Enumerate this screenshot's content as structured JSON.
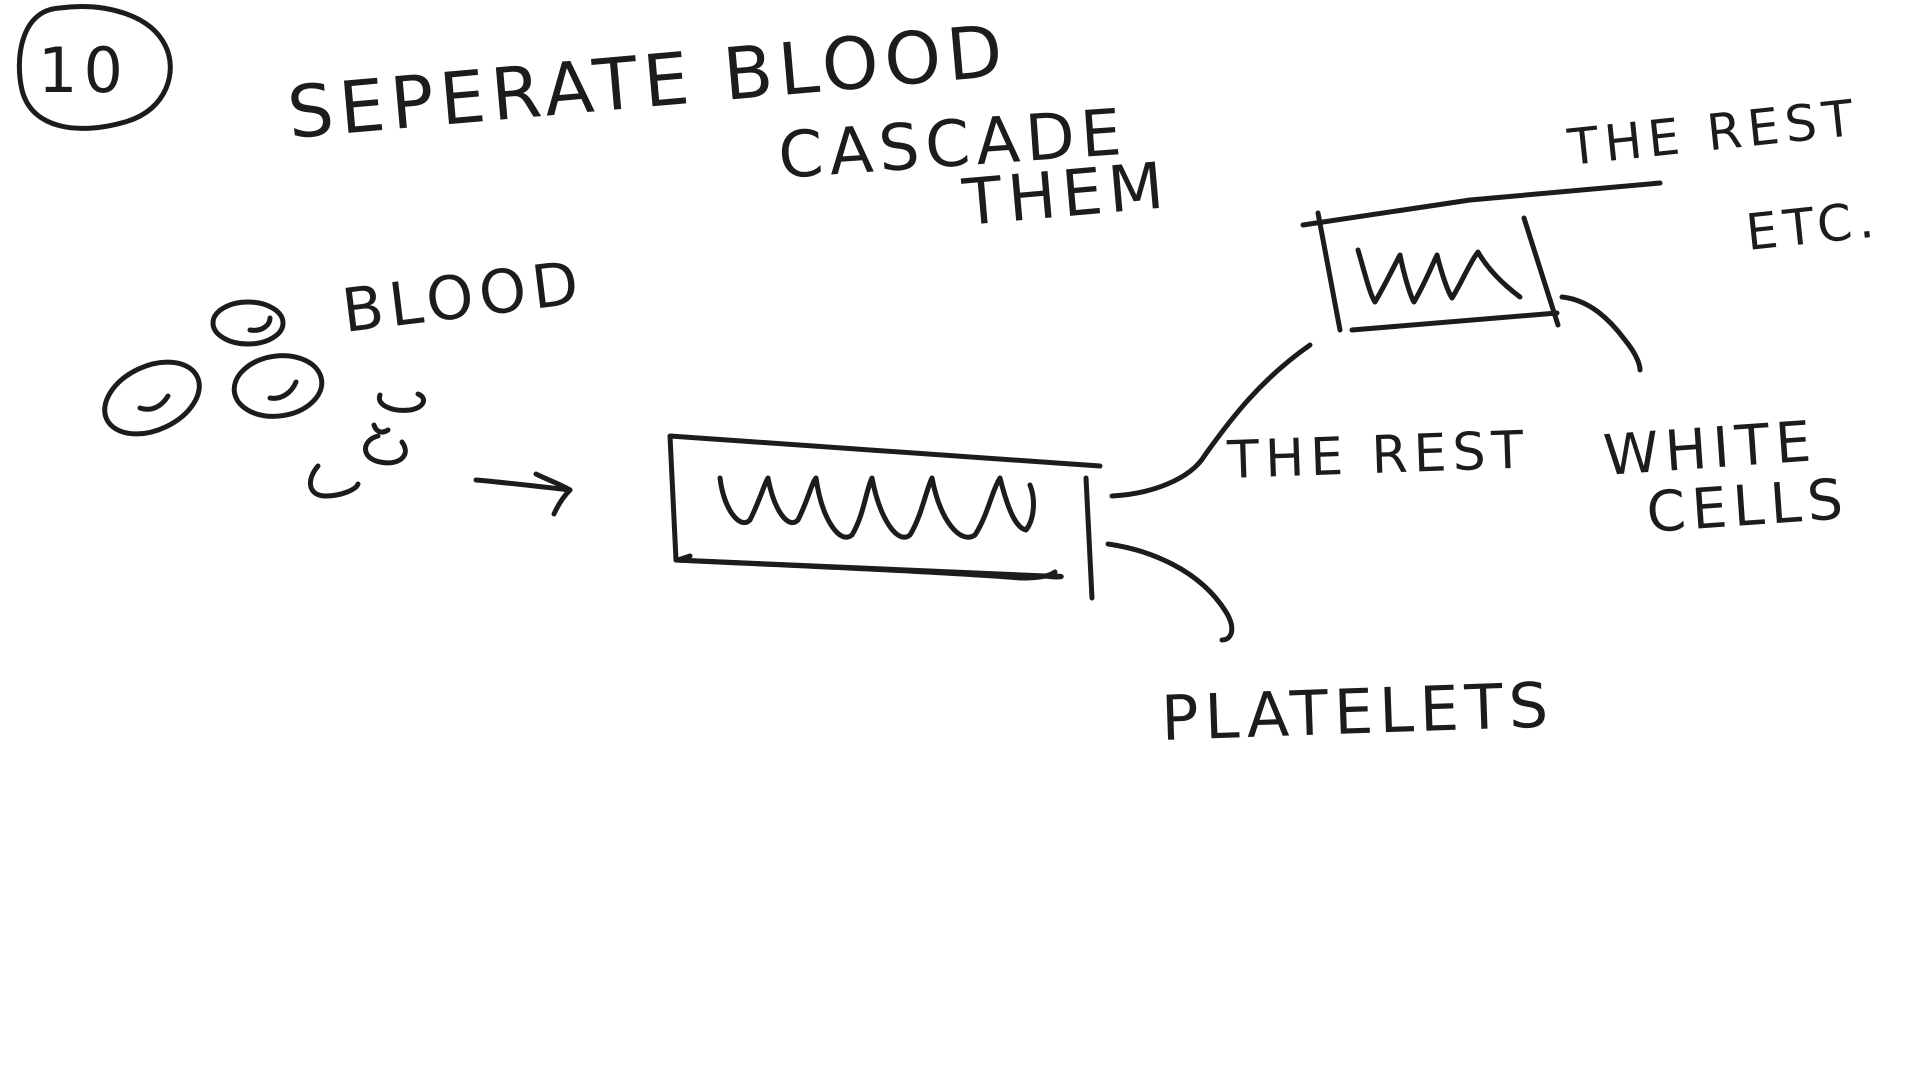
{
  "ink_color": "#1c1c1c",
  "page_number": "10",
  "title": {
    "line1": "SEPERATE BLOOD",
    "line2": "CASCADE",
    "line3": "THEM"
  },
  "labels": {
    "blood": "BLOOD",
    "the_rest_1": "THE REST",
    "platelets": "PLATELETS",
    "the_rest_2": "THE REST",
    "etc": "ETC.",
    "white_cells_1": "WHITE",
    "white_cells_2": "CELLS"
  }
}
